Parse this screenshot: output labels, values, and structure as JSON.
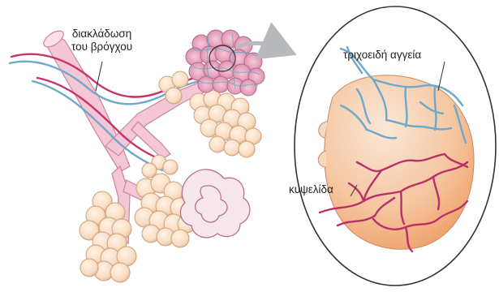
{
  "labels": {
    "bronchus_branching_line1": "διακλάδωση",
    "bronchus_branching_line2": "του βρόγχου",
    "capillaries": "τριχοειδή αγγεία",
    "alveolus": "κυψελίδα"
  },
  "colors": {
    "bronchus": "#f4c6d6",
    "bronchus_outline": "#c9869e",
    "alveoli_cluster": "#fbe3cf",
    "alveoli_outline": "#c9a27e",
    "artery_red": "#c8336b",
    "vein_blue": "#6fa8c8",
    "capillary_pink": "#b8306a",
    "alveolus_fill_top": "#f4d8c2",
    "alveolus_fill_bottom": "#f39a5a",
    "magnify_circle": "#333333",
    "arrow": "#b7b9bd"
  }
}
